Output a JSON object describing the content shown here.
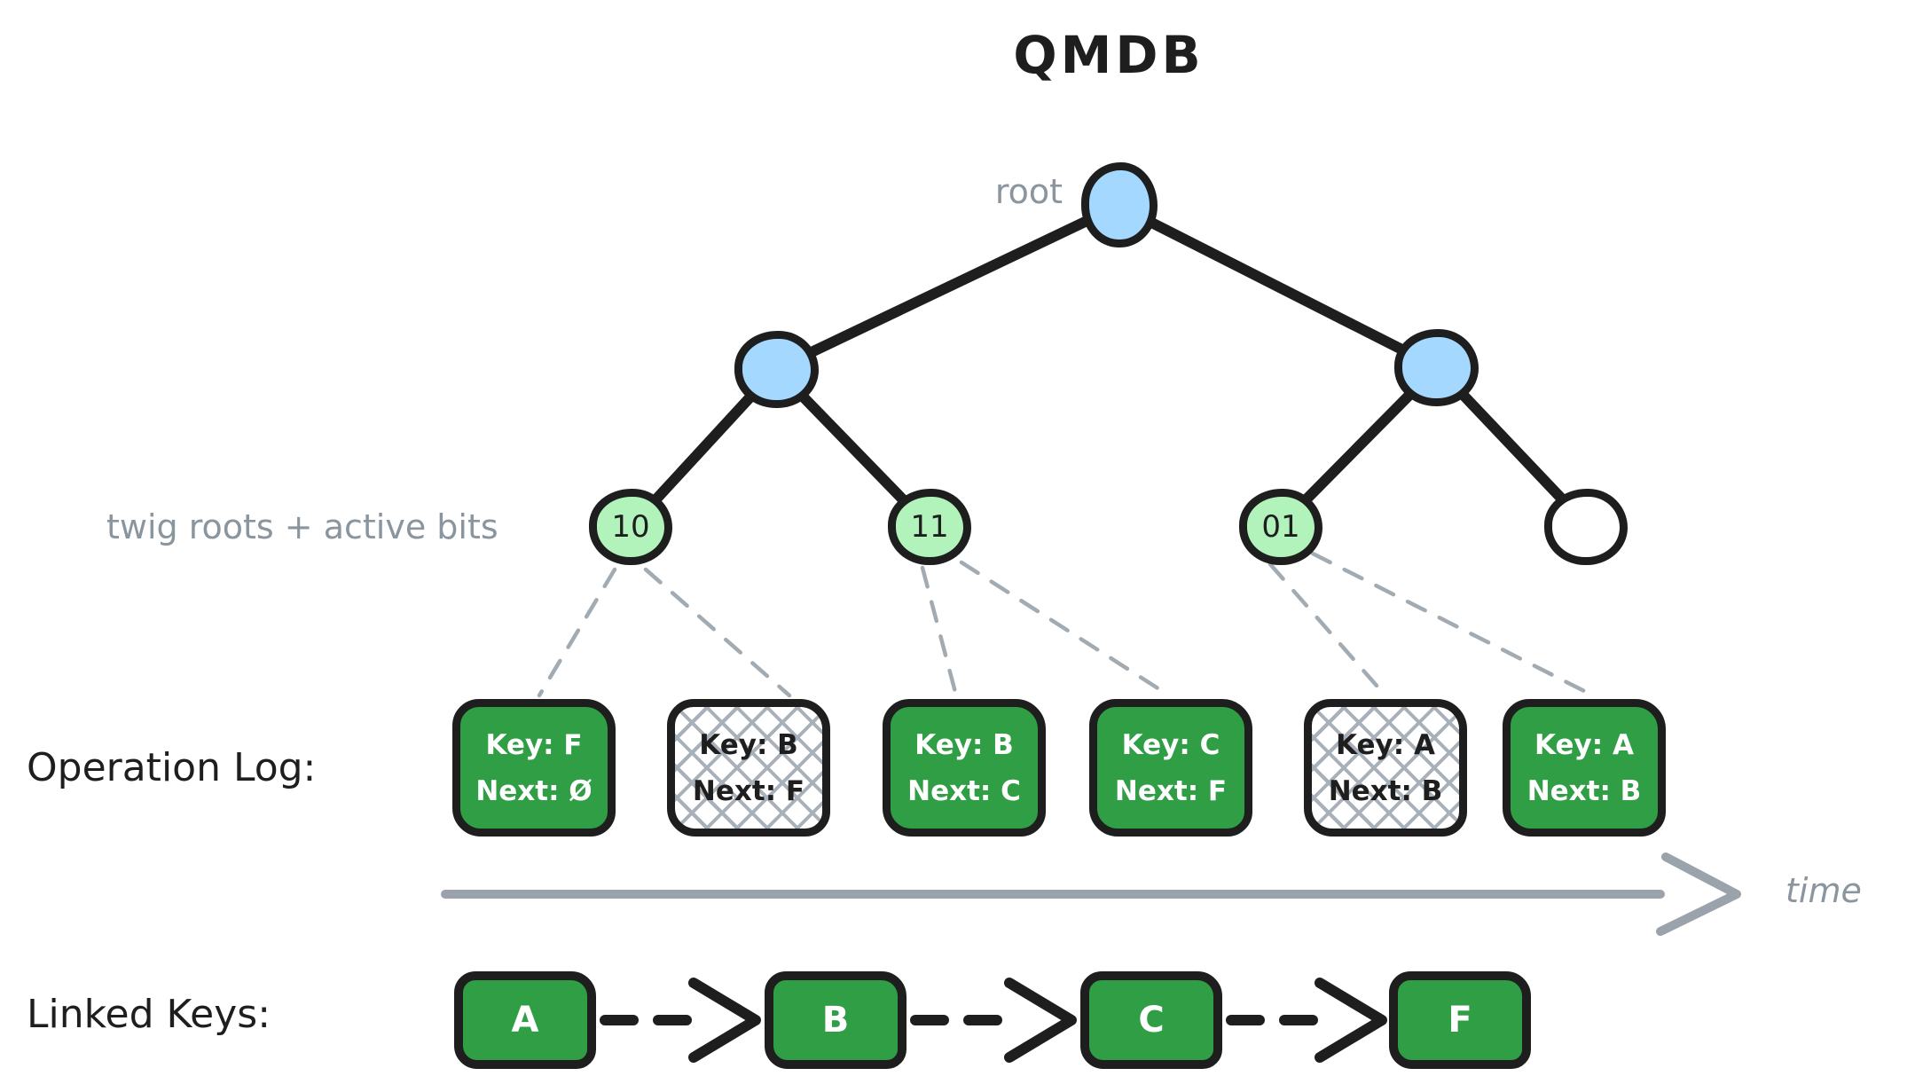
{
  "title": "QMDB",
  "labels": {
    "root": "root",
    "twig_roots": "twig roots + active bits",
    "operation_log": "Operation Log:",
    "linked_keys": "Linked Keys:",
    "time": "time"
  },
  "tree": {
    "root_node": {
      "label": "",
      "fill": "#a5d8ff"
    },
    "internal_nodes": [
      {
        "label": "",
        "fill": "#a5d8ff"
      },
      {
        "label": "",
        "fill": "#a5d8ff"
      }
    ],
    "leaves": [
      {
        "label": "10",
        "fill": "#b2f2bb",
        "type": "twig-root-active"
      },
      {
        "label": "11",
        "fill": "#b2f2bb",
        "type": "twig-root-active"
      },
      {
        "label": "01",
        "fill": "#b2f2bb",
        "type": "twig-root-active"
      },
      {
        "label": "",
        "fill": "#ffffff",
        "type": "twig-root-empty"
      }
    ]
  },
  "operation_log": [
    {
      "key": "Key: F",
      "next": "Next: Ø",
      "status": "active"
    },
    {
      "key": "Key: B",
      "next": "Next: F",
      "status": "stale"
    },
    {
      "key": "Key: B",
      "next": "Next: C",
      "status": "active"
    },
    {
      "key": "Key: C",
      "next": "Next: F",
      "status": "active"
    },
    {
      "key": "Key: A",
      "next": "Next: B",
      "status": "stale"
    },
    {
      "key": "Key: A",
      "next": "Next: B",
      "status": "active"
    }
  ],
  "linked_keys": [
    "A",
    "B",
    "C",
    "F"
  ],
  "colors": {
    "node_blue": "#a5d8ff",
    "twig_green": "#b2f2bb",
    "box_green": "#2f9e44",
    "stroke_black": "#1e1e1e",
    "label_gray": "#8a959e",
    "connector_gray": "#a3abb2",
    "time_arrow_gray": "#9aa3ab"
  }
}
